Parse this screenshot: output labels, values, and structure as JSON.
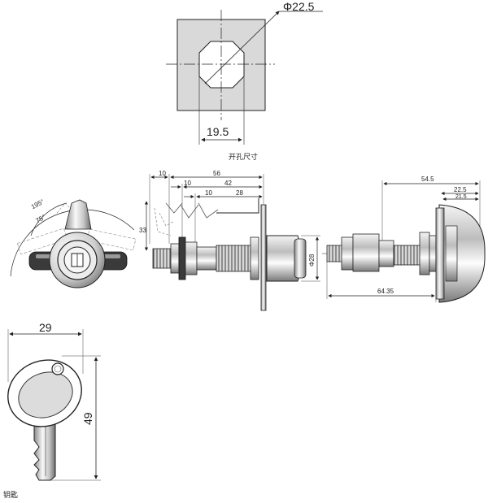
{
  "cutout": {
    "diameter_label": "Φ22.5",
    "width_label": "19.5",
    "caption": "开孔尺寸"
  },
  "side_view": {
    "rotation_outer_label": "195°",
    "rotation_inner_label": "75°",
    "dim_10_a": "10",
    "dim_56": "56",
    "dim_10_b": "10",
    "dim_42": "42",
    "dim_10_c": "10",
    "dim_28": "28",
    "dim_33": "33",
    "dim_phi28": "Φ28"
  },
  "right_view": {
    "dim_54_5": "54.5",
    "dim_22_5": "22.5",
    "dim_21_5": "21.5",
    "dim_64_35": "64.35"
  },
  "key": {
    "width_label": "29",
    "height_label": "49",
    "caption": "钥匙"
  },
  "colors": {
    "line": "#222222",
    "chrome_dark": "#3a3a3a",
    "chrome_light": "#e8e8e8",
    "panel": "#d9d9d9"
  }
}
